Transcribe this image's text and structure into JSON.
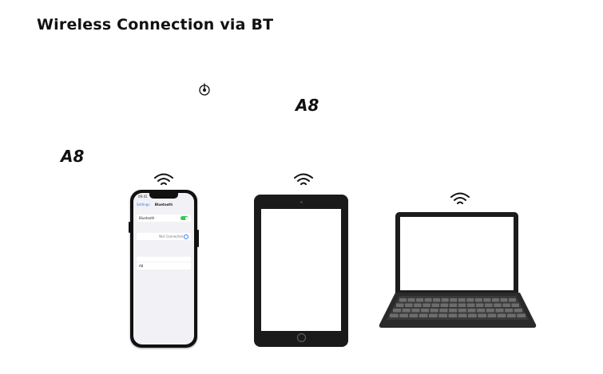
{
  "page": {
    "title": "Wireless Connection via BT",
    "model_label_1": "A8",
    "model_label_2": "A8"
  },
  "phone": {
    "status_time": "09:41",
    "back_label": "Settings",
    "nav_title": "Bluetooth",
    "bluetooth_row_label": "Bluetooth",
    "bluetooth_enabled": true,
    "my_devices_row_value": "Not Connected",
    "device_row_label": "A8"
  },
  "colors": {
    "toggle_on": "#34c759",
    "ios_blue": "#2f7cf6",
    "device_body": "#1a1a1a"
  },
  "icons": {
    "power": "power-button-icon",
    "wireless": "wifi-signal-icon",
    "info": "info-circle-icon"
  }
}
